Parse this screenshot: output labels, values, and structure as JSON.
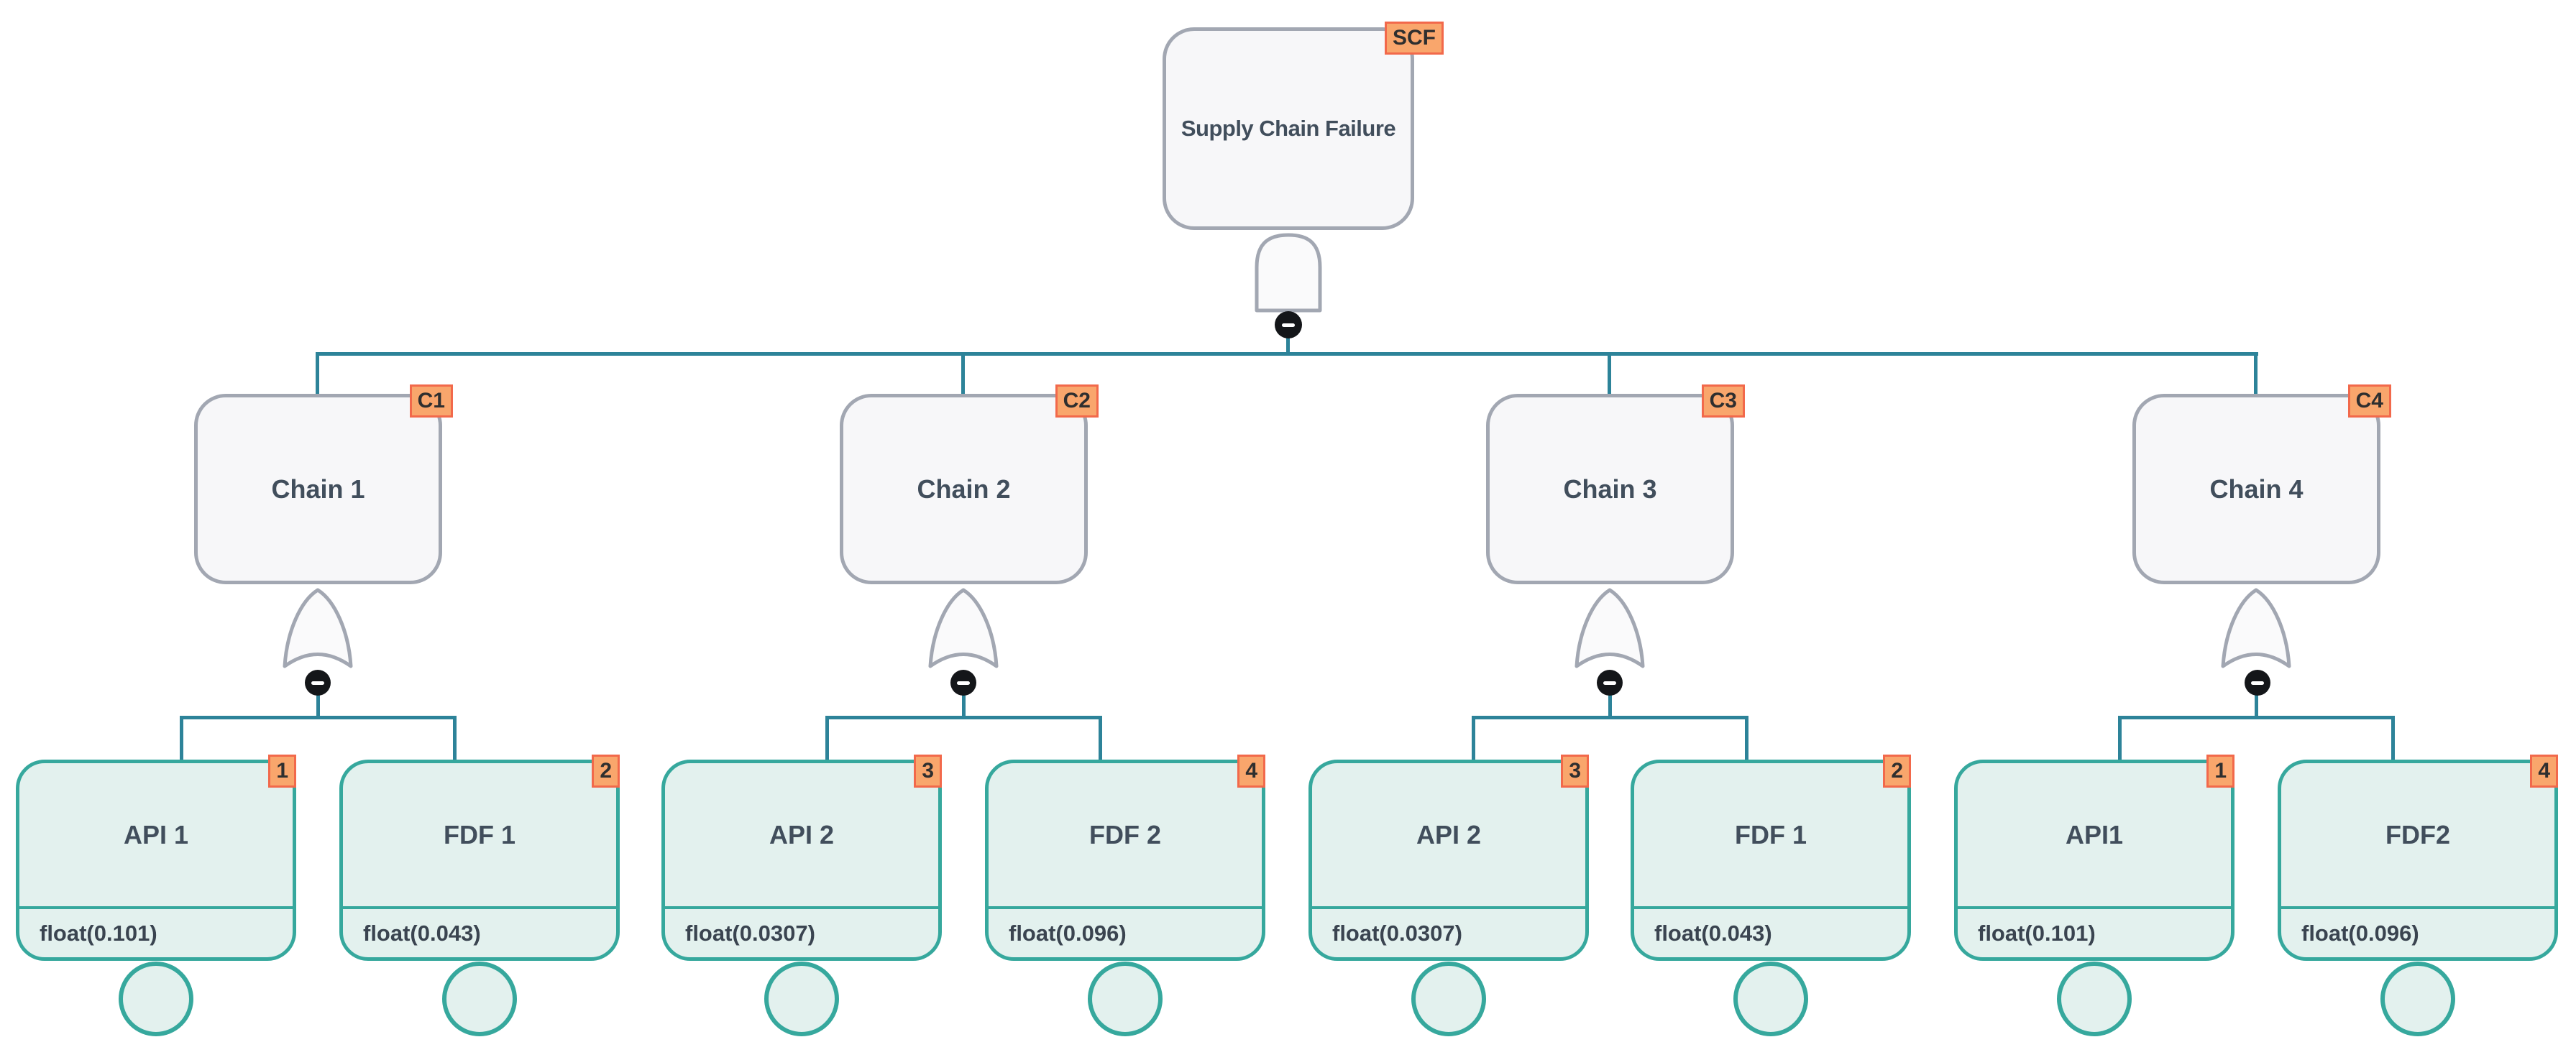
{
  "diagram": {
    "root": {
      "label": "Supply Chain Failure",
      "badge": "SCF",
      "gate": "AND"
    },
    "chains": [
      {
        "label": "Chain 1",
        "badge": "C1",
        "gate": "OR",
        "children": [
          {
            "label": "API 1",
            "badge": "1",
            "value": "float(0.101)"
          },
          {
            "label": "FDF 1",
            "badge": "2",
            "value": "float(0.043)"
          }
        ]
      },
      {
        "label": "Chain 2",
        "badge": "C2",
        "gate": "OR",
        "children": [
          {
            "label": "API 2",
            "badge": "3",
            "value": "float(0.0307)"
          },
          {
            "label": "FDF 2",
            "badge": "4",
            "value": "float(0.096)"
          }
        ]
      },
      {
        "label": "Chain 3",
        "badge": "C3",
        "gate": "OR",
        "children": [
          {
            "label": "API 2",
            "badge": "3",
            "value": "float(0.0307)"
          },
          {
            "label": "FDF 1",
            "badge": "2",
            "value": "float(0.043)"
          }
        ]
      },
      {
        "label": "Chain 4",
        "badge": "C4",
        "gate": "OR",
        "children": [
          {
            "label": "API1",
            "badge": "1",
            "value": "float(0.101)"
          },
          {
            "label": "FDF2",
            "badge": "4",
            "value": "float(0.096)"
          }
        ]
      }
    ],
    "colors": {
      "connector": "#2d8399",
      "node_border": "#a2a7b2",
      "node_fill": "#f7f7f9",
      "leaf_border": "#36a89d",
      "leaf_fill": "#e3f1ee",
      "badge_fill": "#f9a66c",
      "badge_border": "#f2694b",
      "title_text": "#414e5c",
      "collapse_button": "#141619"
    }
  }
}
